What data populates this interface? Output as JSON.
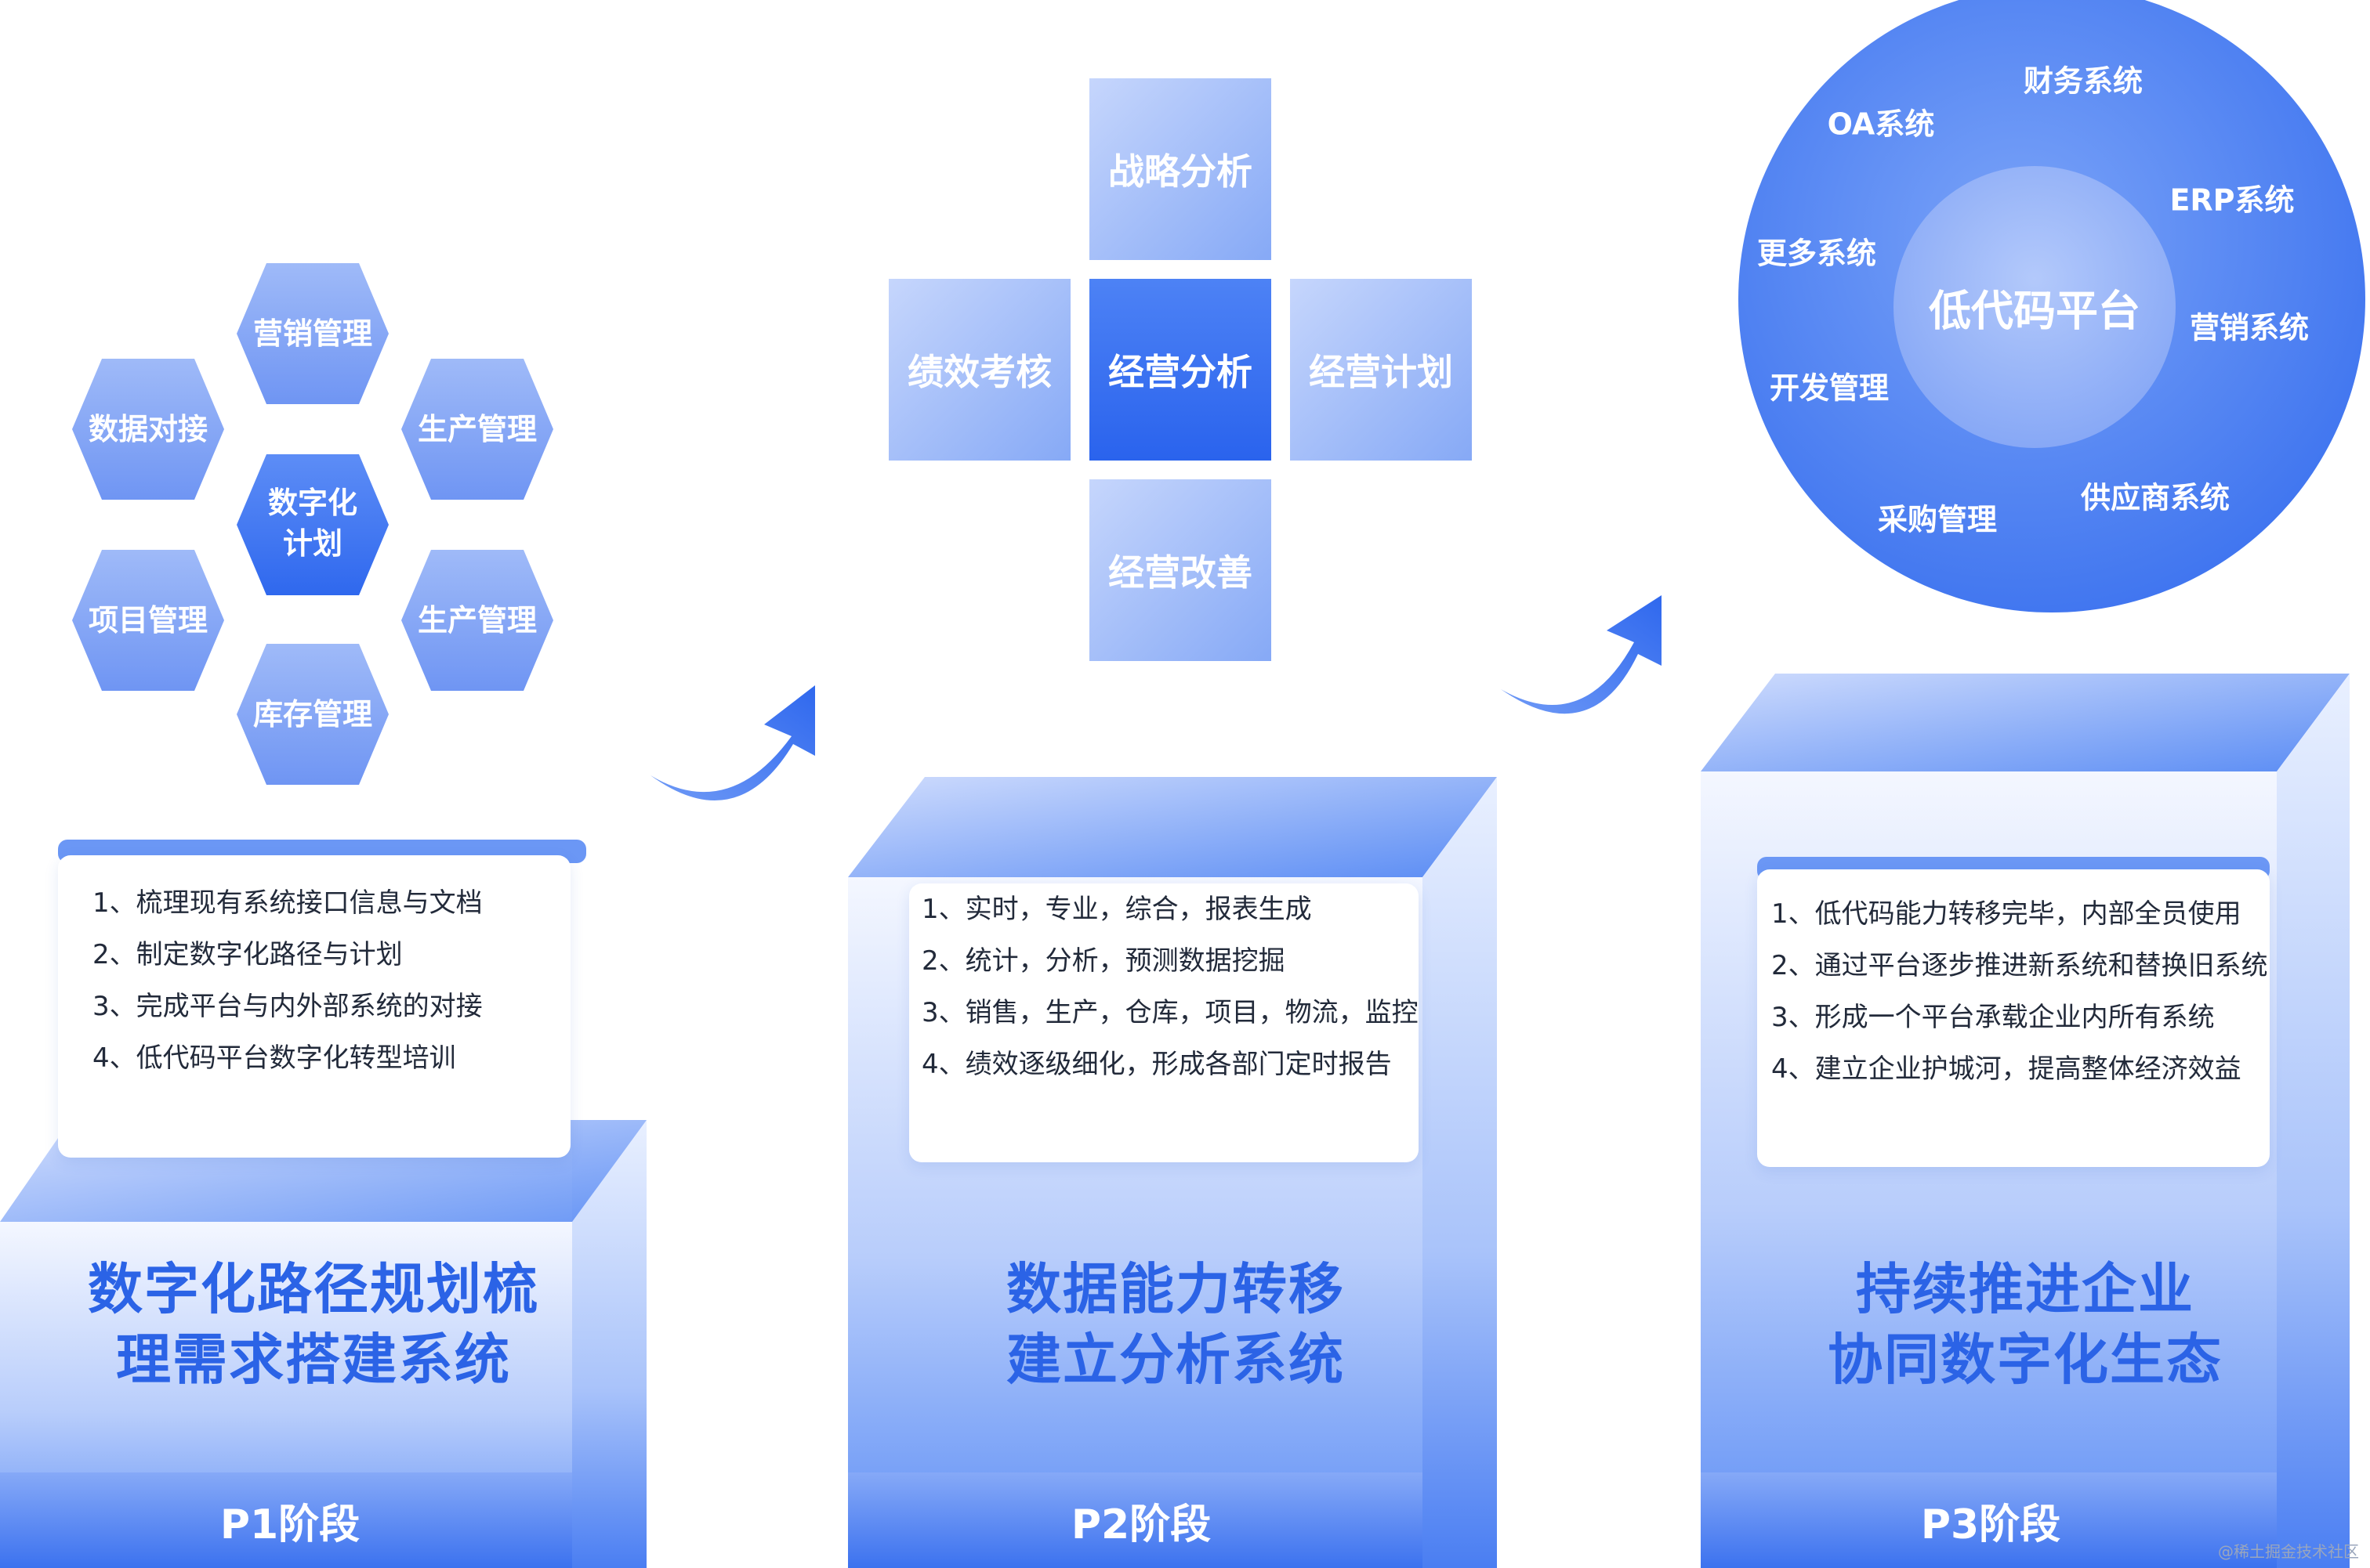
{
  "p1": {
    "hexes": {
      "center": [
        "数字化",
        "计划"
      ],
      "top": "营销管理",
      "upper_left": "数据对接",
      "upper_right": "生产管理",
      "lower_left": "项目管理",
      "lower_right": "生产管理",
      "bottom": "库存管理"
    },
    "items": [
      "1、梳理现有系统接口信息与文档",
      "2、制定数字化路径与计划",
      "3、完成平台与内外部系统的对接",
      "4、低代码平台数字化转型培训"
    ],
    "title_lines": [
      "数字化路径规划梳",
      "理需求搭建系统"
    ],
    "stage": "P1阶段"
  },
  "p2": {
    "tiles": {
      "top": "战略分析",
      "left": "绩效考核",
      "center": "经营分析",
      "right": "经营计划",
      "bottom": "经营改善"
    },
    "items": [
      "1、实时，专业，综合，报表生成",
      "2、统计，分析，预测数据挖掘",
      "3、销售，生产，仓库，项目，物流，监控",
      "4、绩效逐级细化，形成各部门定时报告"
    ],
    "title_lines": [
      "数据能力转移",
      "建立分析系统"
    ],
    "stage": "P2阶段"
  },
  "p3": {
    "center": "低代码平台",
    "satellites": {
      "finance": "财务系统",
      "oa": "OA系统",
      "erp": "ERP系统",
      "more": "更多系统",
      "marketing": "营销系统",
      "dev": "开发管理",
      "supplier": "供应商系统",
      "purchase": "采购管理"
    },
    "items": [
      "1、低代码能力转移完毕，内部全员使用",
      "2、通过平台逐步推进新系统和替换旧系统",
      "3、形成一个平台承载企业内所有系统",
      "4、建立企业护城河，提高整体经济效益"
    ],
    "title_lines": [
      "持续推进企业",
      "协同数字化生态"
    ],
    "stage": "P3阶段"
  },
  "watermark": "@稀土掘金技术社区"
}
